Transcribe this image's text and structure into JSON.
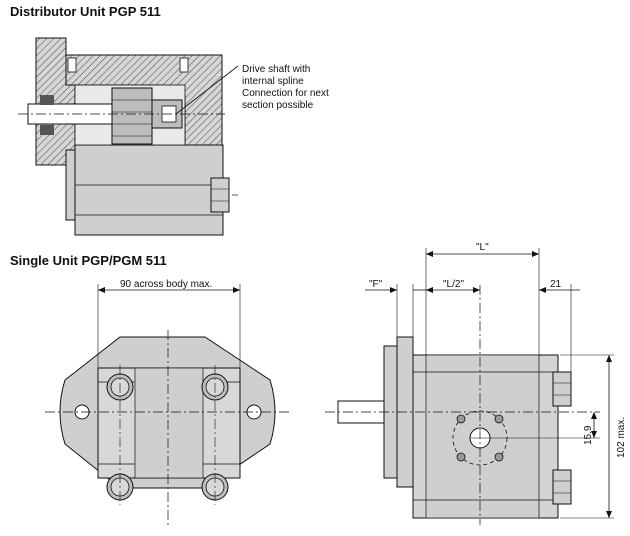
{
  "headings": {
    "distributor": "Distributor Unit PGP 511",
    "single": "Single Unit PGP/PGM 511"
  },
  "callout": {
    "line1": "Drive shaft with",
    "line2": "internal spline",
    "line3": "Connection for next",
    "line4": "section possible"
  },
  "dims": {
    "across_body": "90 across body max.",
    "F": "\"F\"",
    "L": "\"L\"",
    "L_half": "\"L/2\"",
    "d21": "21",
    "d15_9": "15.9",
    "d102": "102 max."
  },
  "colors": {
    "body": "#cfcfcf",
    "dark": "#a9a9a9",
    "line": "#111111"
  }
}
